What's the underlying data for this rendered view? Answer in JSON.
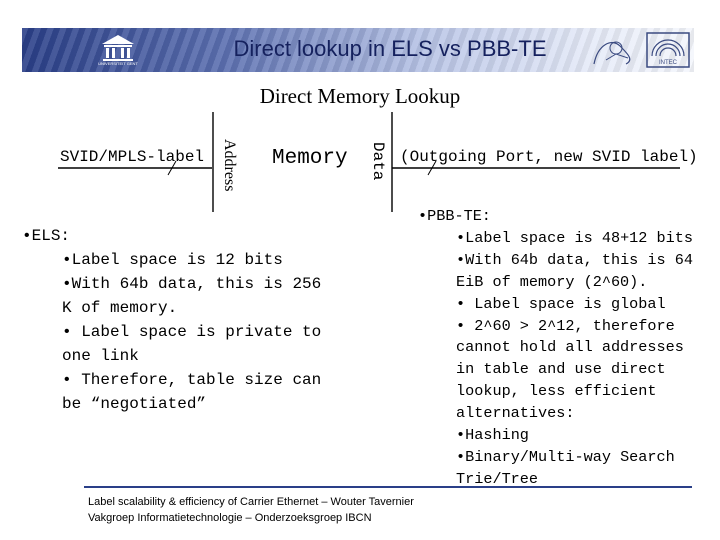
{
  "slide": {
    "title": "Direct lookup in ELS vs PBB-TE",
    "logos": {
      "left_text": "UNIVERSITEIT GENT",
      "right_text": "INTEC"
    },
    "colors": {
      "banner": "#2a3f88",
      "title_text": "#15215e",
      "rule": "#2a3f88"
    }
  },
  "diagram": {
    "subtitle": "Direct Memory Lookup",
    "input_label": "SVID/MPLS-label",
    "address_label": "Address",
    "memory_label": "Memory",
    "data_label": "Data",
    "output_label": "(Outgoing Port, new SVID label)"
  },
  "els": {
    "heading": "ELS:",
    "items": [
      "Label space is 12 bits",
      "With 64b data, this is 256 K of memory.",
      "Label space is private to one link",
      "Therefore, table size can be “negotiated”"
    ]
  },
  "pbb": {
    "heading": "PBB-TE:",
    "items": [
      "Label space is 48+12 bits",
      "With 64b data, this is 64 EiB of memory (2^60).",
      "Label space is global",
      "2^60 > 2^12, therefore cannot hold all addresses in table and use direct lookup, less efficient alternatives:",
      "Hashing",
      "Binary/Multi-way Search Trie/Tree"
    ]
  },
  "footer": {
    "line1": "Label scalability & efficiency of Carrier Ethernet – Wouter Tavernier",
    "line2": "Vakgroep Informatietechnologie – Onderzoeksgroep IBCN"
  }
}
